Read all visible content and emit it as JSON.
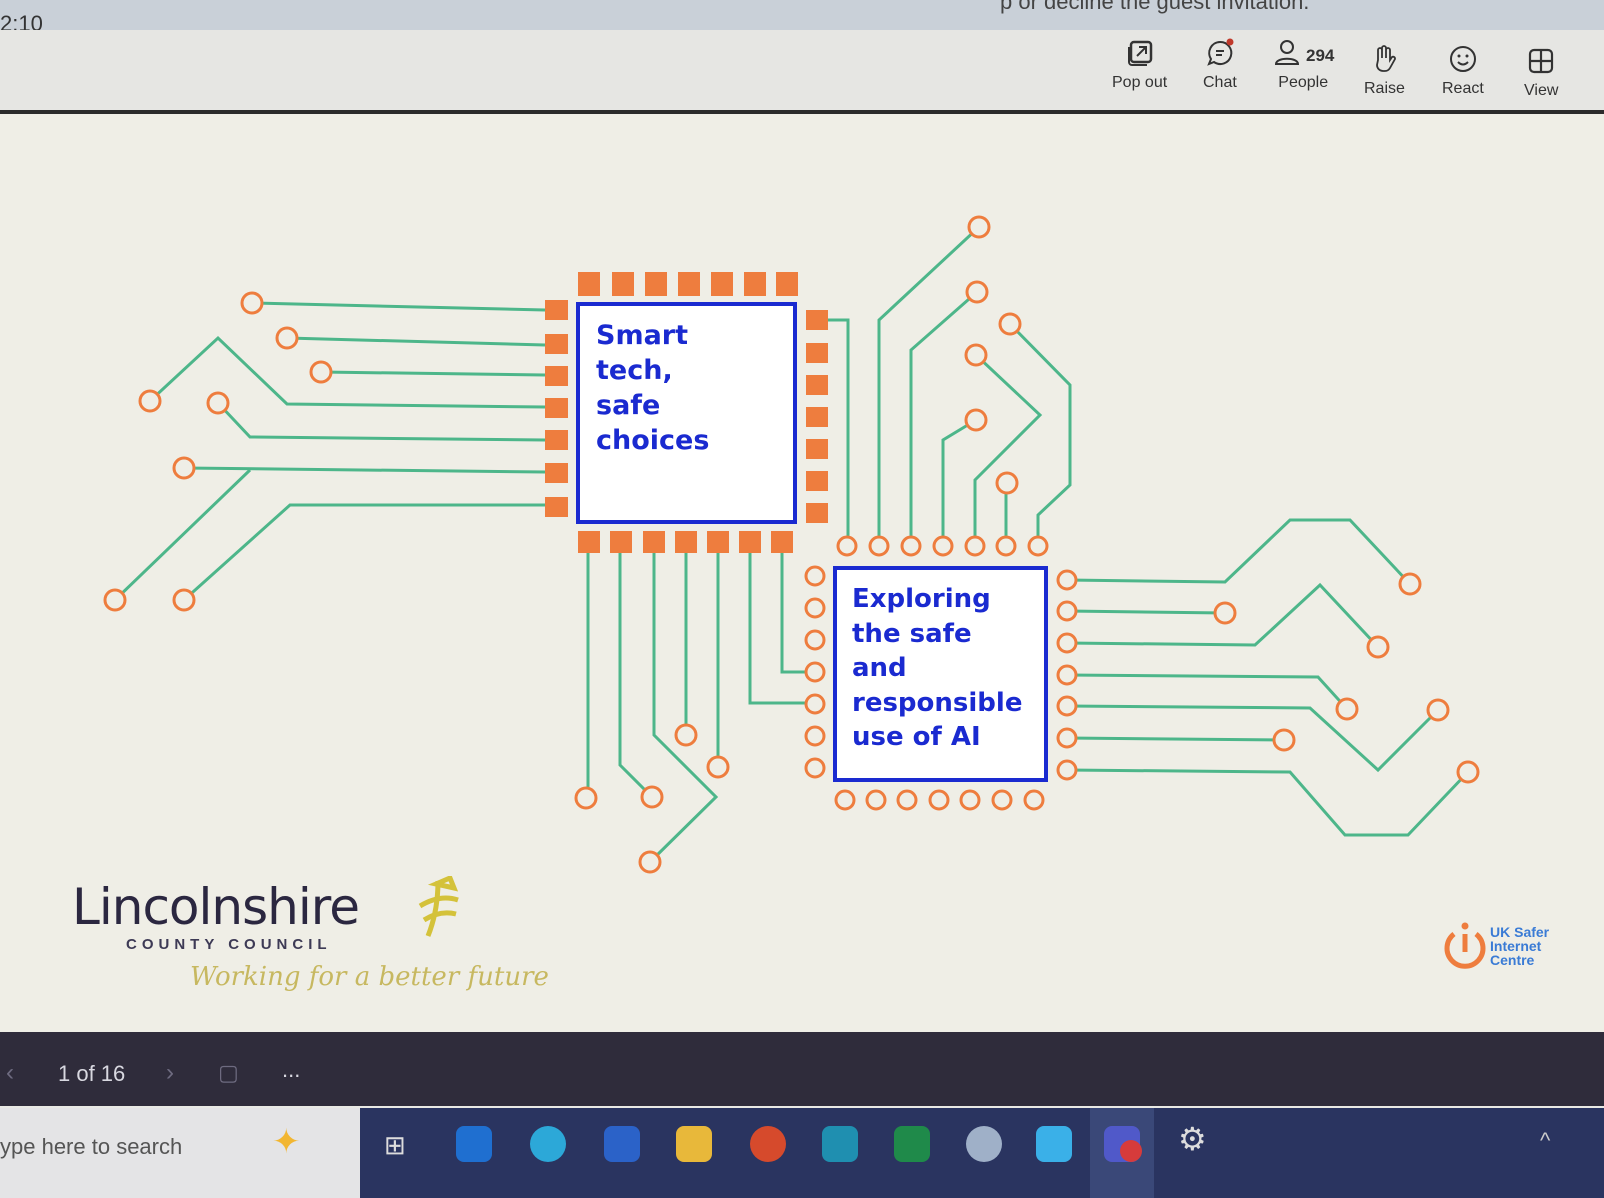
{
  "clock": "2:10",
  "banner": "p or decline the guest invitation.",
  "toolbar": {
    "pop_out": "Pop out",
    "chat": "Chat",
    "people": "People",
    "people_count": "294",
    "raise": "Raise",
    "react": "React",
    "view": "View"
  },
  "slide": {
    "chip1_lines": [
      "Smart",
      "tech,",
      "safe",
      "choices"
    ],
    "chip2_lines": [
      "Exploring",
      "the safe",
      "and",
      "responsible",
      "use of AI"
    ],
    "logo_left": {
      "name": "Lincolnshire",
      "sub": "COUNTY COUNCIL",
      "tagline": "Working for a better future"
    },
    "logo_right": {
      "lines": [
        "UK Safer",
        "Internet",
        "Centre"
      ]
    },
    "colors": {
      "trace": "#4db68a",
      "pad": "#ee7d3e",
      "chip_border": "#1a2ad0"
    }
  },
  "presenter_bar": {
    "page": "1 of 16",
    "more": "..."
  },
  "taskbar": {
    "search_placeholder": "ype here to search",
    "icons": [
      "task-view",
      "outlook",
      "edge",
      "word",
      "file-explorer",
      "powerpoint",
      "publisher",
      "excel",
      "snipping-tool",
      "whiteboard",
      "teams",
      "settings"
    ]
  }
}
